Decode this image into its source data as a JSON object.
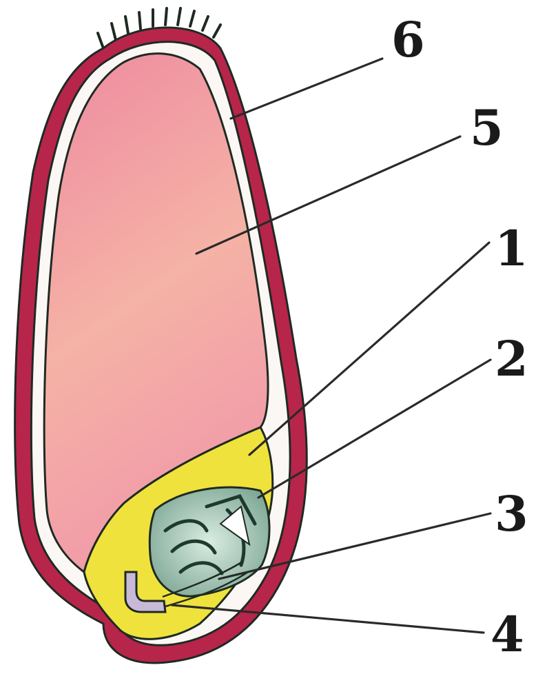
{
  "diagram": {
    "labels": [
      {
        "id": "label-6",
        "text": "6"
      },
      {
        "id": "label-5",
        "text": "5"
      },
      {
        "id": "label-1",
        "text": "1"
      },
      {
        "id": "label-2",
        "text": "2"
      },
      {
        "id": "label-3",
        "text": "3"
      },
      {
        "id": "label-4",
        "text": "4"
      }
    ],
    "colors": {
      "seed_coat": "#b8254a",
      "endosperm": "#f2a8a8",
      "scutellum": "#f0e23c",
      "embryo": "#7fa896",
      "outline": "#1e2a22"
    }
  }
}
